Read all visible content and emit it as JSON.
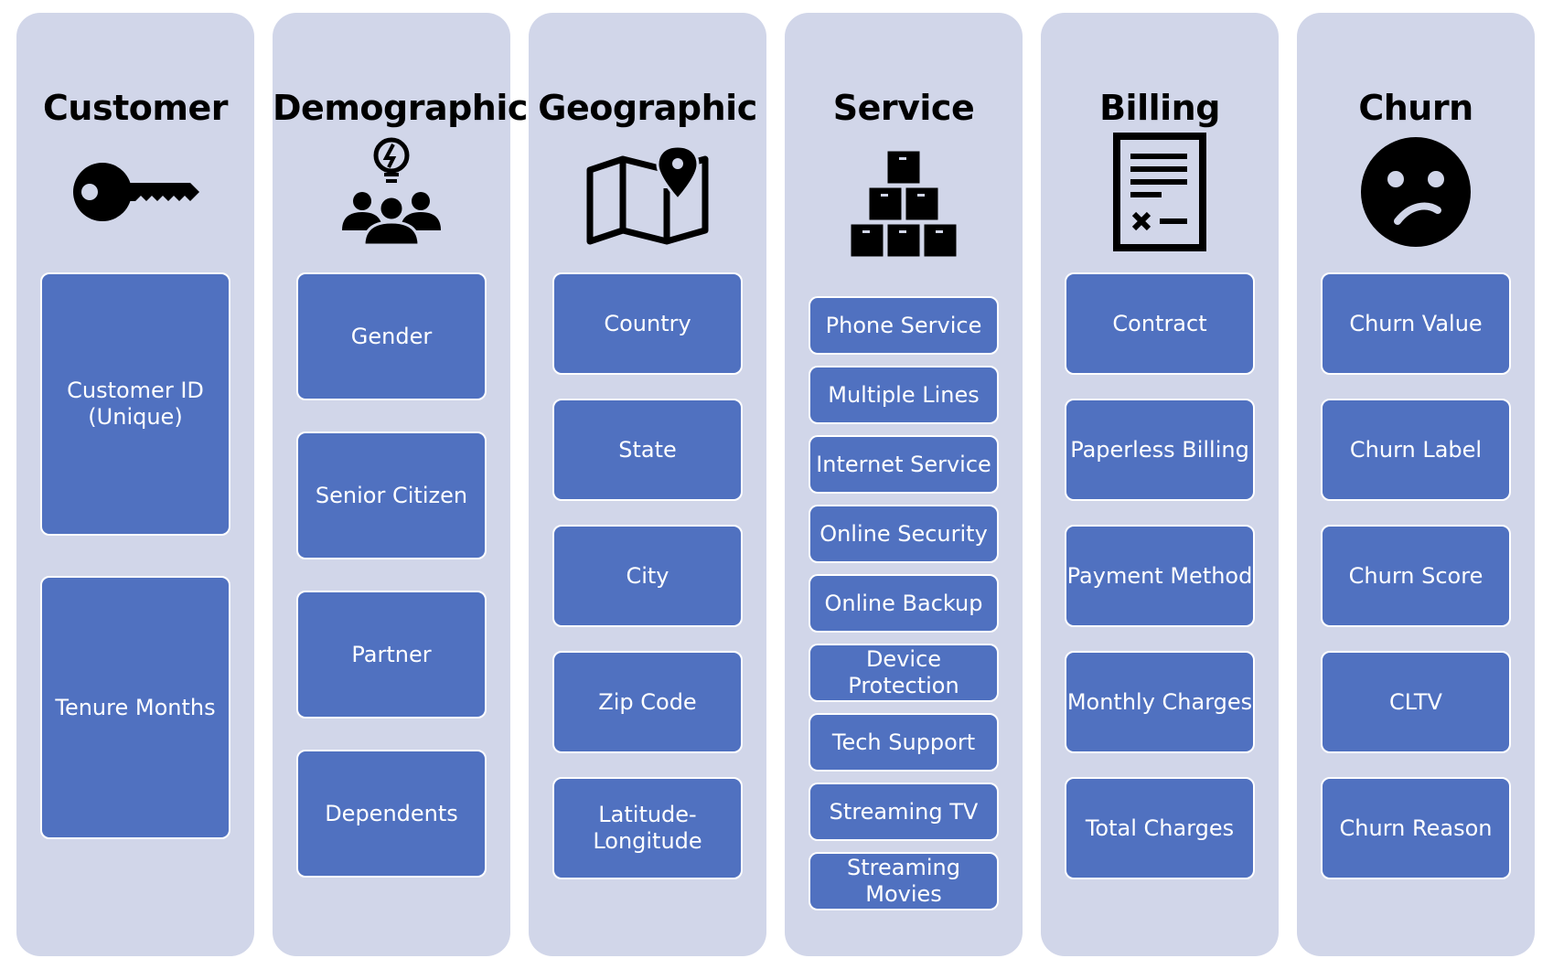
{
  "columns": [
    {
      "title": "Customer",
      "icon": "key-icon",
      "items": [
        "Customer ID\n(Unique)",
        "Tenure Months"
      ]
    },
    {
      "title": "Demographic",
      "icon": "people-idea-icon",
      "items": [
        "Gender",
        "Senior Citizen",
        "Partner",
        "Dependents"
      ]
    },
    {
      "title": "Geographic",
      "icon": "map-pin-icon",
      "items": [
        "Country",
        "State",
        "City",
        "Zip Code",
        "Latitude-\nLongitude"
      ]
    },
    {
      "title": "Service",
      "icon": "boxes-stack-icon",
      "items": [
        "Phone Service",
        "Multiple Lines",
        "Internet Service",
        "Online Security",
        "Online Backup",
        "Device Protection",
        "Tech Support",
        "Streaming TV",
        "Streaming Movies"
      ]
    },
    {
      "title": "Billing",
      "icon": "invoice-icon",
      "items": [
        "Contract",
        "Paperless Billing",
        "Payment Method",
        "Monthly Charges",
        "Total Charges"
      ]
    },
    {
      "title": "Churn",
      "icon": "sad-face-icon",
      "items": [
        "Churn Value",
        "Churn Label",
        "Churn Score",
        "CLTV",
        "Churn Reason"
      ]
    }
  ],
  "colors": {
    "column_bg": "#d1d6e9",
    "box_bg": "#5071c0",
    "box_text": "#ffffff"
  }
}
